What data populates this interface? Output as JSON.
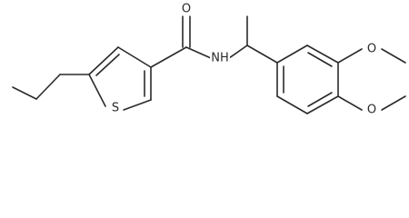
{
  "molecule": {
    "atoms": {
      "oxygen_carbonyl": "O",
      "nitrogen_amide": "NH",
      "sulfur_ring": "S",
      "oxygen_methoxy_upper": "O",
      "oxygen_methoxy_lower": "O"
    }
  }
}
